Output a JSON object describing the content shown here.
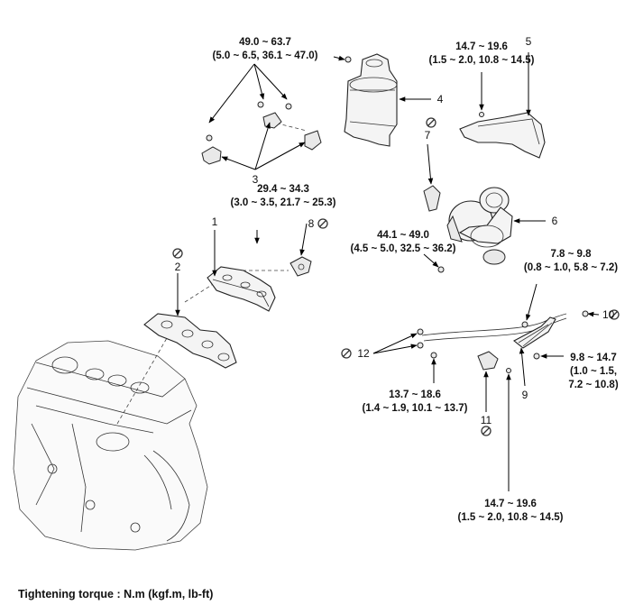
{
  "torques": {
    "t1": [
      "49.0 ~ 63.7",
      "(5.0 ~ 6.5, 36.1 ~ 47.0)"
    ],
    "t2": [
      "14.7 ~ 19.6",
      "(1.5 ~ 2.0, 10.8 ~ 14.5)"
    ],
    "t3": [
      "29.4 ~ 34.3",
      "(3.0 ~ 3.5, 21.7 ~ 25.3)"
    ],
    "t4": [
      "44.1 ~ 49.0",
      "(4.5 ~ 5.0, 32.5 ~ 36.2)"
    ],
    "t5": [
      "7.8 ~ 9.8",
      "(0.8 ~ 1.0, 5.8 ~ 7.2)"
    ],
    "t6": [
      "9.8 ~ 14.7",
      "(1.0 ~ 1.5,",
      "7.2 ~ 10.8)"
    ],
    "t7": [
      "13.7 ~ 18.6",
      "(1.4 ~ 1.9, 10.1 ~ 13.7)"
    ],
    "t8": [
      "14.7 ~ 19.6",
      "(1.5 ~ 2.0, 10.8 ~ 14.5)"
    ]
  },
  "callouts": {
    "c1": "1",
    "c2": "2",
    "c3": "3",
    "c4": "4",
    "c5": "5",
    "c6": "6",
    "c7": "7",
    "c8": "8",
    "c9": "9",
    "c10": "10",
    "c11": "11",
    "c12": "12"
  },
  "footer": "Tightening torque : N.m (kgf.m, lb-ft)",
  "icons": {
    "replace": "prohibited-circle-icon"
  }
}
